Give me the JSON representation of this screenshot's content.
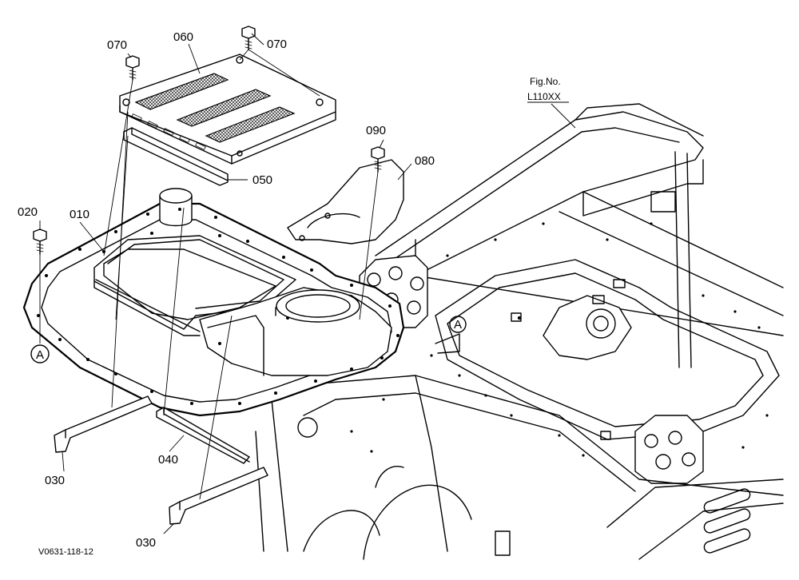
{
  "figure": {
    "fig_label": "Fig.No.",
    "fig_number": "L110XX",
    "drawing_code": "V0631-118-12"
  },
  "callouts": {
    "p010": "010",
    "p020": "020",
    "p030a": "030",
    "p030b": "030",
    "p040": "040",
    "p050": "050",
    "p060": "060",
    "p070a": "070",
    "p070b": "070",
    "p080": "080",
    "p090": "090"
  },
  "reference_marks": {
    "left": "A",
    "frame": "A"
  }
}
